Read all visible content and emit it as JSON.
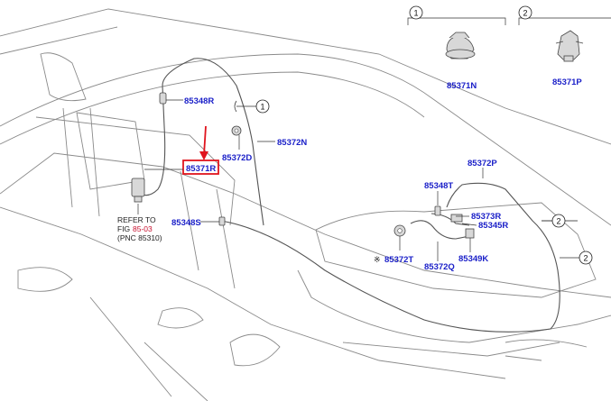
{
  "legend": {
    "group1": {
      "number": "1",
      "part": "85371N"
    },
    "group2": {
      "number": "2",
      "part": "85371P"
    }
  },
  "parts": {
    "p85348R": "85348R",
    "p85372D": "85372D",
    "p85372N": "85372N",
    "p85371R": "85371R",
    "p85348S": "85348S",
    "p85372P": "85372P",
    "p85348T": "85348T",
    "p85373R": "85373R",
    "p85345R": "85345R",
    "p85372T": "85372T",
    "p85372Q": "85372Q",
    "p85349K": "85349K"
  },
  "callouts": {
    "c1": "1",
    "c2a": "2",
    "c2b": "2"
  },
  "asterisk": "※",
  "refer": {
    "line1": "REFER TO",
    "fig_prefix": "FIG",
    "fig_number": "85-03",
    "pnc": "(PNC 85310)"
  },
  "colors": {
    "part_number": "#1a1fc8",
    "highlight": "#e0141e",
    "figure_link": "#c8102e"
  }
}
